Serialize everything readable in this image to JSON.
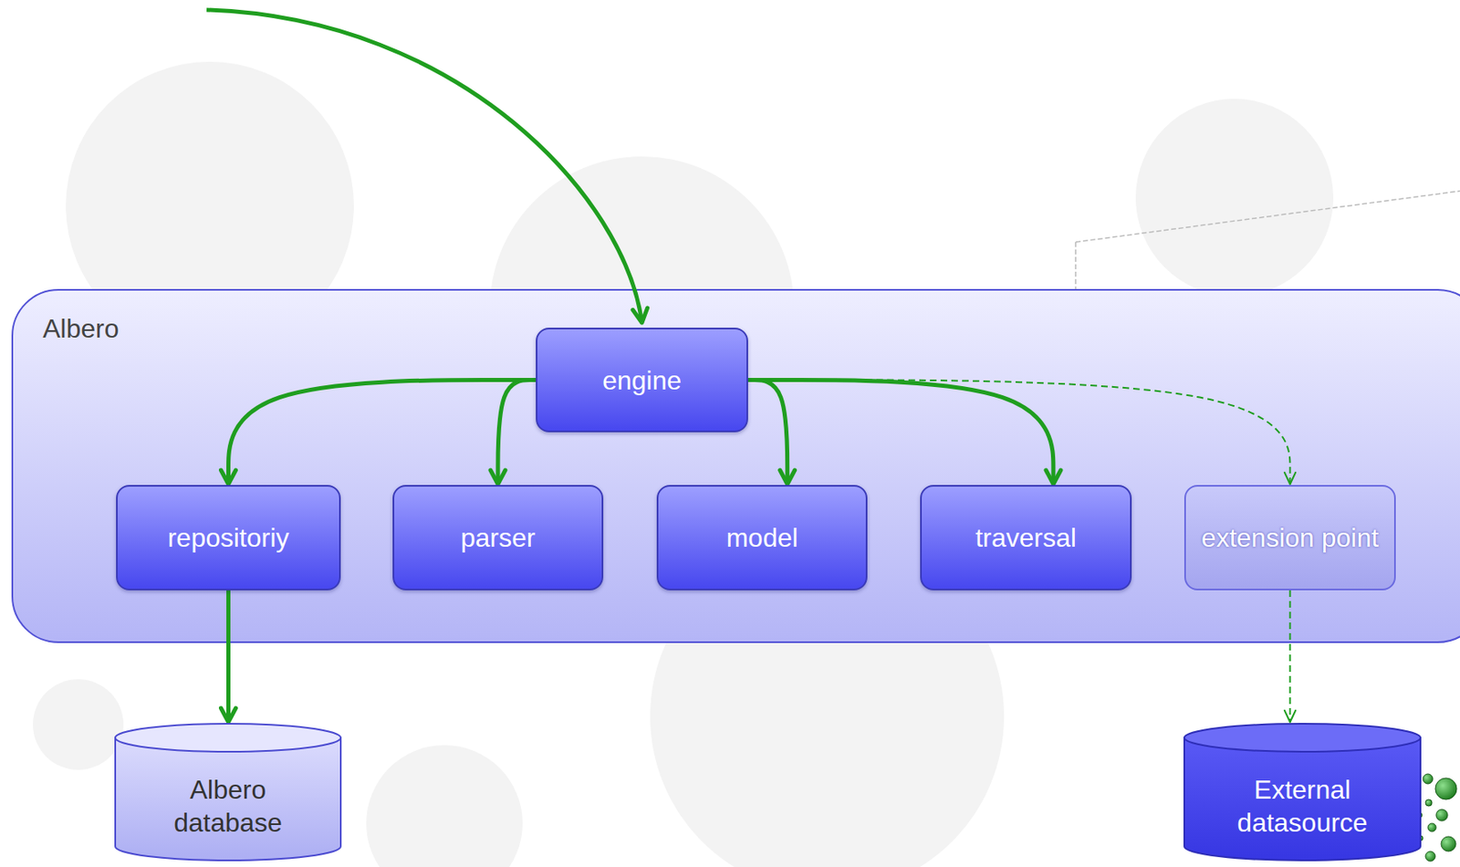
{
  "diagram": {
    "nodes": [
      {
        "text": [
          "Albero"
        ]
      },
      {
        "text": [
          "engine"
        ],
        "in": 0
      },
      {
        "text": [
          "repositoriy"
        ],
        "in": 0
      },
      {
        "text": [
          "parser"
        ],
        "in": 0
      },
      {
        "text": [
          "model"
        ],
        "in": 0
      },
      {
        "text": [
          "traversal"
        ],
        "in": 0
      },
      {
        "text": [
          "extension point"
        ],
        "in": 0
      },
      {
        "text": [
          "Albero database"
        ]
      },
      {
        "text": [
          "External datasource"
        ]
      }
    ],
    "edges": [
      {
        "from": 1,
        "to": 2,
        "arrow": "to"
      },
      {
        "from": 1,
        "to": 3,
        "arrow": "to"
      },
      {
        "from": 1,
        "to": 4,
        "arrow": "to"
      },
      {
        "from": 1,
        "to": 5,
        "arrow": "to"
      },
      {
        "from": 1,
        "to": 6,
        "arrow": "to"
      },
      {
        "from": 2,
        "to": 7,
        "arrow": "to"
      },
      {
        "from": 6,
        "to": 8,
        "arrow": "to"
      }
    ]
  }
}
